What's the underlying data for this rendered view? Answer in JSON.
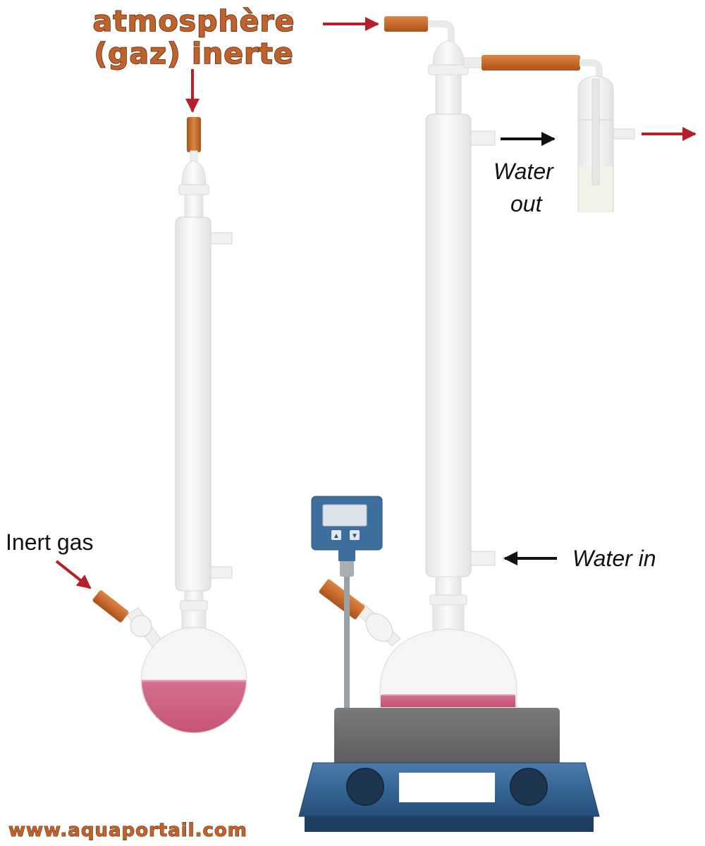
{
  "labels": {
    "title_line1": "atmosphère",
    "title_line2": "(gaz) inerte",
    "inert_gas": "Inert gas",
    "water_out_line1": "Water",
    "water_out_line2": "out",
    "water_in": "Water in",
    "website": "www.aquaportail.com"
  },
  "controller": {
    "up_symbol": "▲",
    "down_symbol": "▼"
  },
  "colors": {
    "title_fill": "#c0622a",
    "title_stroke": "#4a2a12",
    "stopper": "#c96a2c",
    "stopper_dark": "#9a4a18",
    "liquid": "#d56f8f",
    "red_arrow": "#b5202a",
    "black_arrow": "#111111",
    "glass": "#f3f3f3",
    "glass_edge": "#d9d9d9",
    "hotplate_top": "#6b6b6b",
    "hotplate_base": "#2f5f8f",
    "controller_body": "#3d6e9c"
  }
}
